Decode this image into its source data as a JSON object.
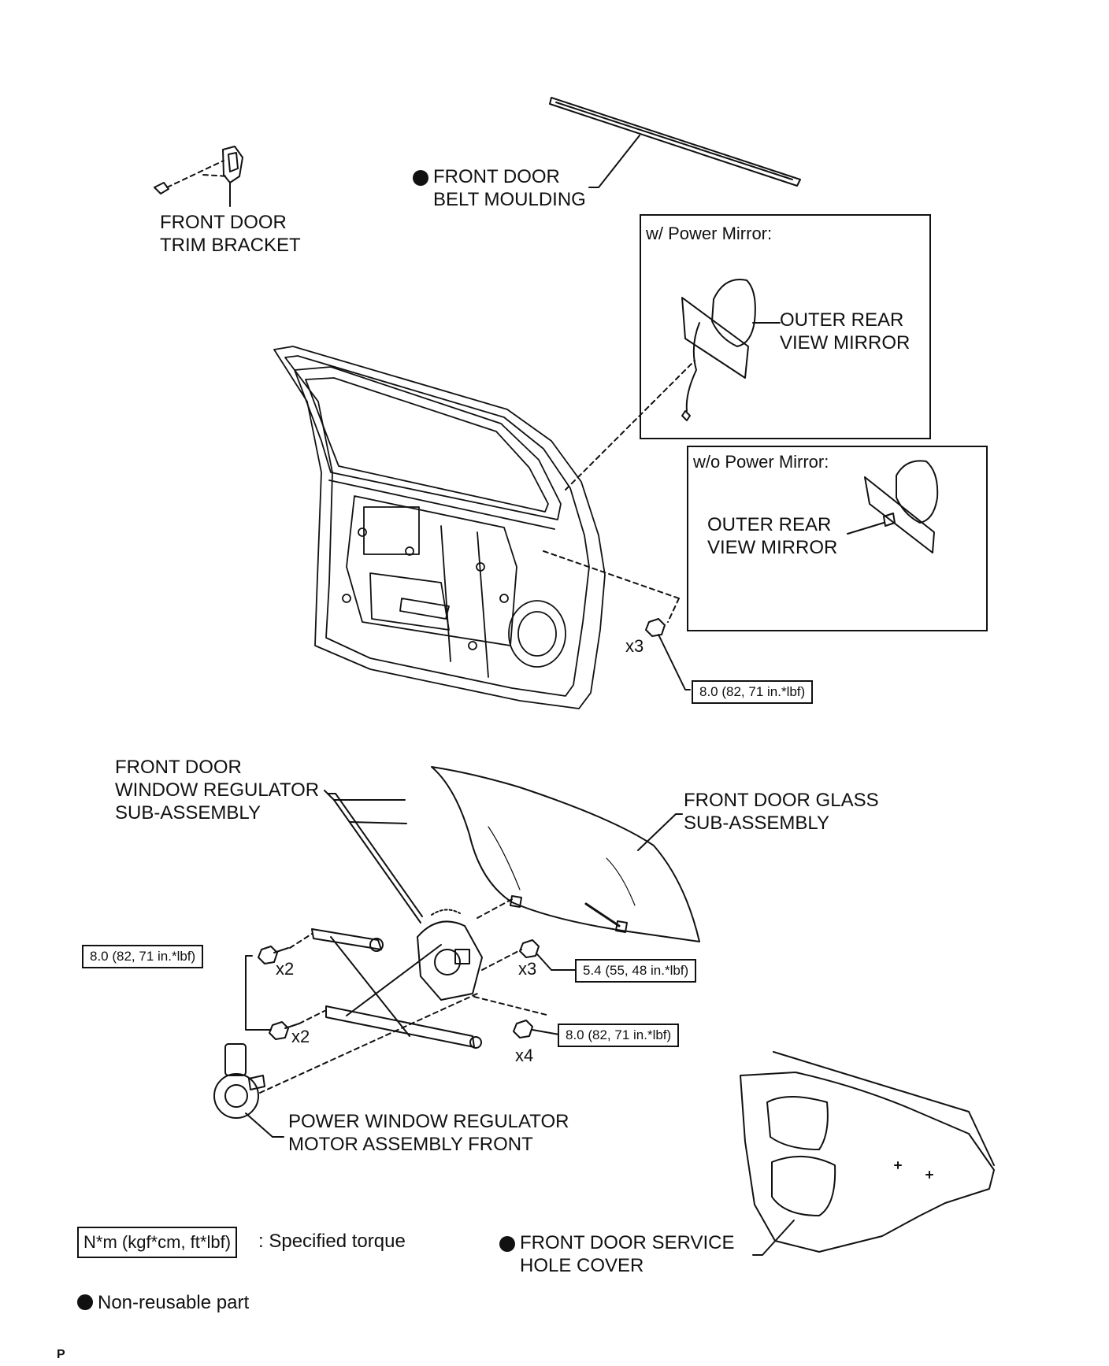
{
  "parts": {
    "trim_bracket": [
      "FRONT DOOR",
      "TRIM BRACKET"
    ],
    "belt_moulding": [
      "FRONT DOOR",
      "BELT MOULDING"
    ],
    "mirror_power_title": "w/ Power Mirror:",
    "mirror_power": [
      "OUTER REAR",
      "VIEW MIRROR"
    ],
    "mirror_nopower_title": "w/o Power Mirror:",
    "mirror_nopower": [
      "OUTER REAR",
      "VIEW MIRROR"
    ],
    "regulator": [
      "FRONT DOOR",
      "WINDOW REGULATOR",
      "SUB-ASSEMBLY"
    ],
    "glass": [
      "FRONT DOOR GLASS",
      "SUB-ASSEMBLY"
    ],
    "motor": [
      "POWER WINDOW REGULATOR",
      "MOTOR ASSEMBLY FRONT"
    ],
    "service_cover": [
      "FRONT DOOR SERVICE",
      "HOLE COVER"
    ]
  },
  "torques": {
    "mirror_nut": "8.0 (82, 71 in.*lbf)",
    "regulator_left": "8.0 (82, 71 in.*lbf)",
    "glass_bolt": "5.4 (55, 48 in.*lbf)",
    "regulator_right": "8.0 (82, 71 in.*lbf)"
  },
  "multipliers": {
    "mirror_nut": "x3",
    "reg_upper": "x2",
    "reg_lower": "x2",
    "glass_bolt": "x3",
    "reg_right": "x4"
  },
  "legend": {
    "torque_box": "N*m (kgf*cm, ft*lbf)",
    "torque_text": ": Specified torque",
    "nonreusable": "Non-reusable part"
  },
  "footer_mark": "P"
}
